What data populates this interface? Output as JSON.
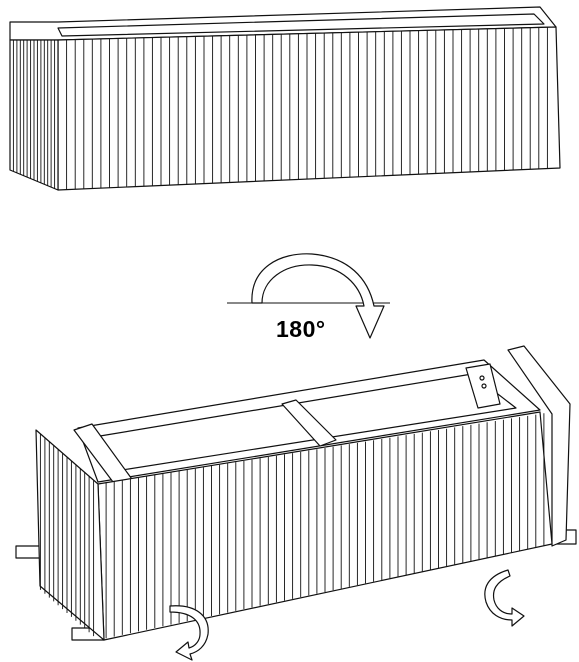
{
  "rotation": {
    "label": "180°",
    "direction": "clockwise"
  },
  "colors": {
    "line": "#111111",
    "background": "#ffffff"
  },
  "scene": {
    "top_item": "planter-box-upright",
    "bottom_item": "planter-box-flipped",
    "extra_arrows": 2
  }
}
